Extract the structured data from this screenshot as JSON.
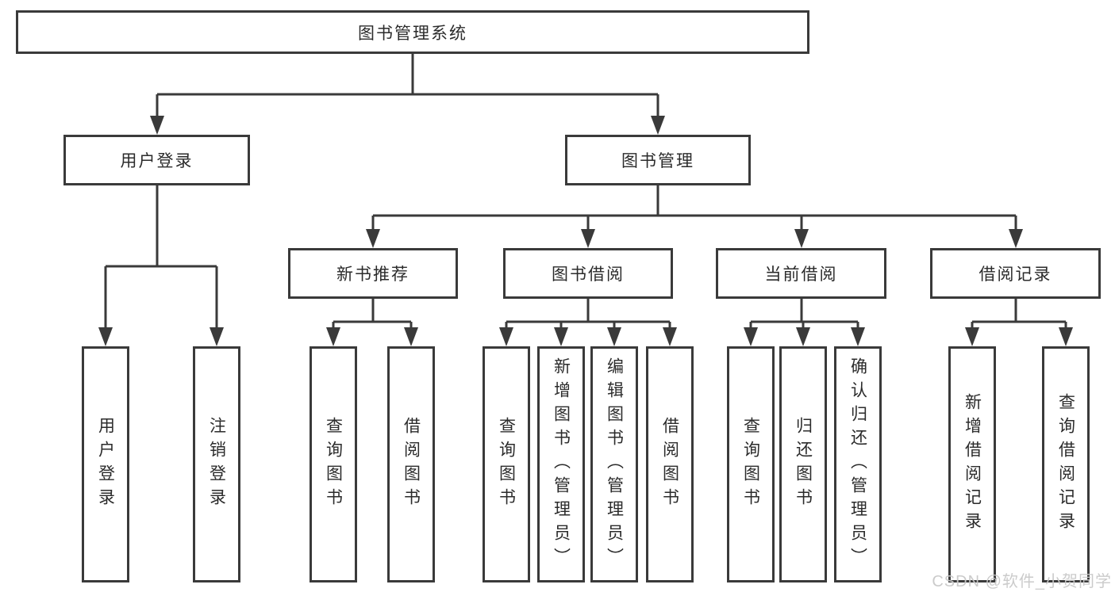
{
  "diagram": {
    "root": {
      "label": "图书管理系统",
      "children": [
        {
          "label": "用户登录",
          "children": [
            {
              "label": "用户登录"
            },
            {
              "label": "注销登录"
            }
          ]
        },
        {
          "label": "图书管理",
          "children": [
            {
              "label": "新书推荐",
              "children": [
                {
                  "label": "查询图书"
                },
                {
                  "label": "借阅图书"
                }
              ]
            },
            {
              "label": "图书借阅",
              "children": [
                {
                  "label": "查询图书"
                },
                {
                  "label": "新增图书（管理员）"
                },
                {
                  "label": "编辑图书（管理员）"
                },
                {
                  "label": "借阅图书"
                }
              ]
            },
            {
              "label": "当前借阅",
              "children": [
                {
                  "label": "查询图书"
                },
                {
                  "label": "归还图书"
                },
                {
                  "label": "确认归还（管理员）"
                }
              ]
            },
            {
              "label": "借阅记录",
              "children": [
                {
                  "label": "新增借阅记录"
                },
                {
                  "label": "查询借阅记录"
                }
              ]
            }
          ]
        }
      ]
    }
  },
  "watermark": "CSDN @软件_小贺同学",
  "colors": {
    "line": "#3a3a3a",
    "text": "#2b2b2b",
    "background": "#ffffff",
    "watermark": "#c9c9c9"
  }
}
